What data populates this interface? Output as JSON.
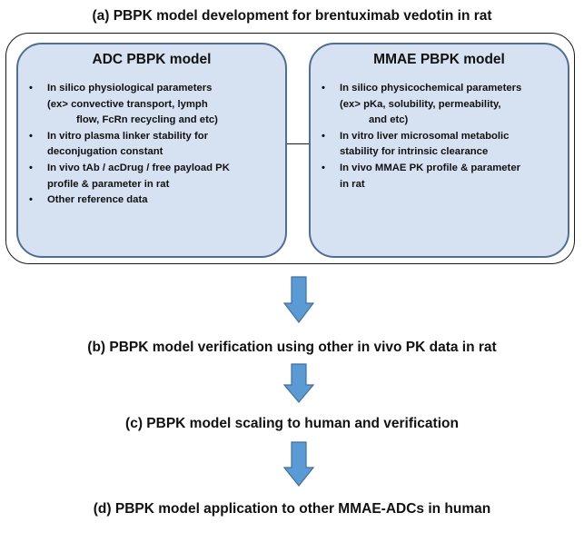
{
  "steps": {
    "a": "(a) PBPK model development for brentuximab vedotin in rat",
    "b": "(b) PBPK model verification using other in vivo PK data in rat",
    "c": "(c) PBPK model scaling to human and verification",
    "d": "(d) PBPK model application to other MMAE-ADCs in human"
  },
  "adc_model": {
    "heading": "ADC PBPK model",
    "items": [
      {
        "line1": "In silico physiological parameters",
        "line2": "(ex> convective transport, lymph",
        "line3": "flow, FcRn recycling and etc)"
      },
      {
        "line1": "In vitro plasma linker stability for",
        "line2": "deconjugation constant"
      },
      {
        "line1": "In vivo tAb / acDrug / free payload PK",
        "line2": "profile & parameter in rat"
      },
      {
        "line1": "Other reference data"
      }
    ]
  },
  "mmae_model": {
    "heading": "MMAE PBPK model",
    "items": [
      {
        "line1": "In silico physicochemical parameters",
        "line2": "(ex> pKa, solubility, permeability,",
        "line3": "and etc)"
      },
      {
        "line1": "In vitro liver microsomal metabolic",
        "line2": "stability for intrinsic clearance"
      },
      {
        "line1": "In vivo MMAE PK profile & parameter",
        "line2": "in rat"
      }
    ]
  },
  "colors": {
    "box_fill": "#d6e2f2",
    "box_border": "#4f6f95",
    "arrow_fill": "#5b9bd5",
    "arrow_stroke": "#41719c"
  }
}
